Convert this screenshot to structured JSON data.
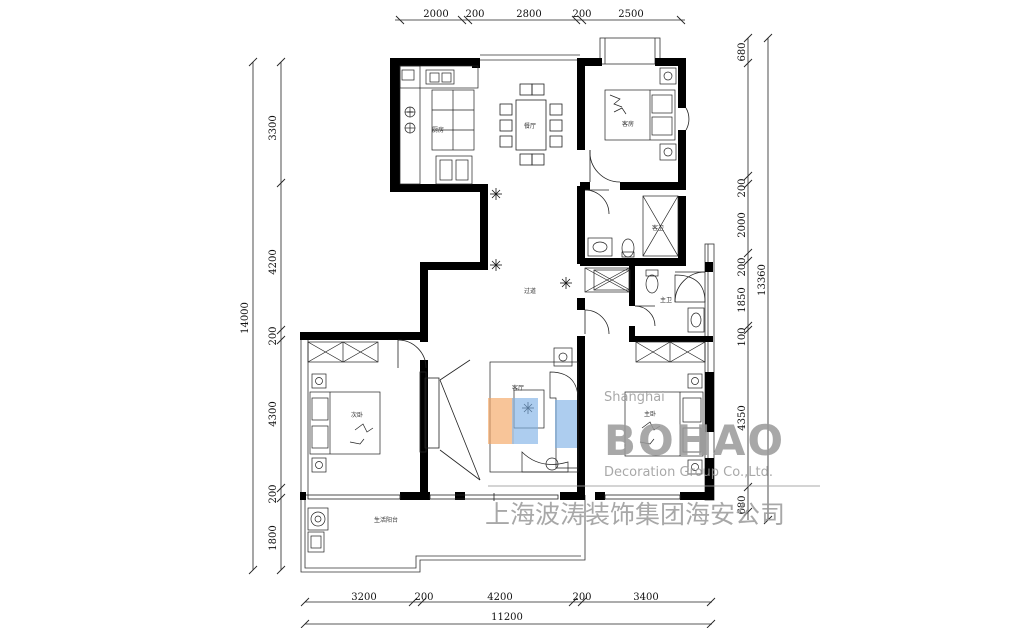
{
  "dimensions": {
    "top": [
      "2000",
      "200",
      "2800",
      "200",
      "2500"
    ],
    "bottom": [
      "3200",
      "200",
      "4200",
      "200",
      "3400"
    ],
    "bottom_total": "11200",
    "left": [
      "3300",
      "4200",
      "200",
      "4300",
      "200",
      "1800"
    ],
    "left_total": "14000",
    "right": [
      "680",
      "200",
      "2000",
      "200",
      "1850",
      "100",
      "4350",
      "680"
    ],
    "right_total": "13360"
  },
  "rooms": {
    "kitchen": "厨房",
    "dining": "餐厅",
    "guest_bedroom": "客房",
    "guest_bath": "客卫",
    "corridor": "过道",
    "master_bath": "主卫",
    "living": "客厅",
    "second_bedroom": "次卧",
    "master_bedroom": "主卧",
    "balcony": "生活阳台"
  },
  "watermark": {
    "brand_top": "Shanghai",
    "brand": "BOHAO",
    "company_en": "Decoration Group Co.,Ltd.",
    "company_cn": "上海波涛装饰集团海安公司",
    "colors": {
      "orange": "#f4a460",
      "blue": "#7fb2e5",
      "gray": "#9a9a9a"
    }
  }
}
